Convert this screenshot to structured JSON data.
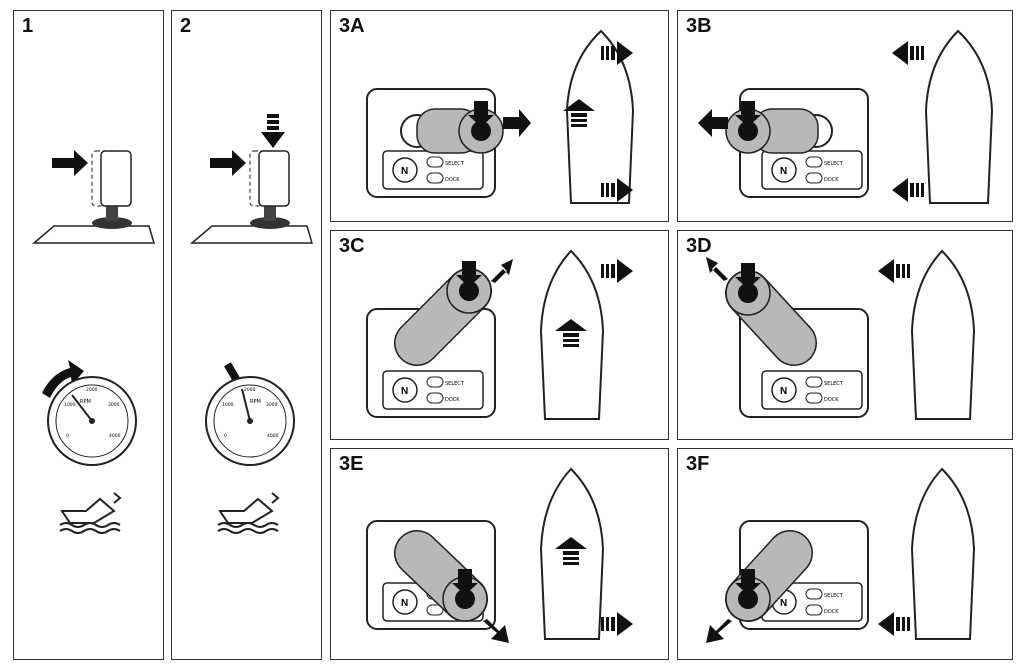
{
  "panels": {
    "p1": {
      "label": "1"
    },
    "p2": {
      "label": "2"
    },
    "p3a": {
      "label": "3A"
    },
    "p3b": {
      "label": "3B"
    },
    "p3c": {
      "label": "3C"
    },
    "p3d": {
      "label": "3D"
    },
    "p3e": {
      "label": "3E"
    },
    "p3f": {
      "label": "3F"
    }
  },
  "tachometer": {
    "unit": "RPM",
    "ticks": [
      "0",
      "1000",
      "2000",
      "3000",
      "4000"
    ]
  },
  "control_panel": {
    "neutral_label": "N",
    "button_top_label": "SELECT",
    "button_bottom_label": "DOCK"
  },
  "colors": {
    "lever": "#b8b8b8",
    "line": "#222222",
    "arrow": "#111111"
  }
}
